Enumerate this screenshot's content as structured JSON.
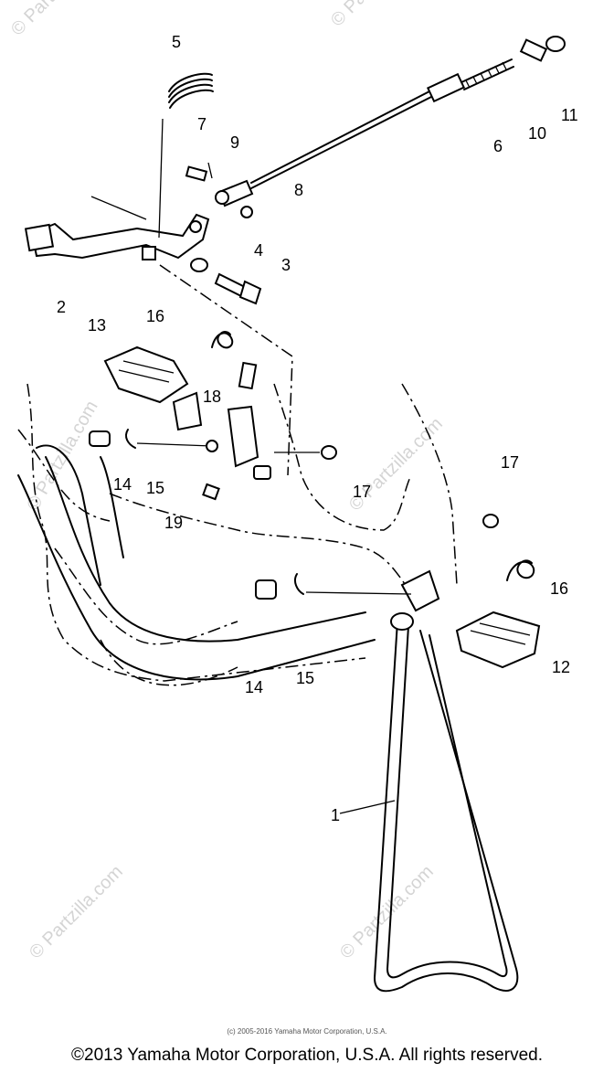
{
  "watermark": {
    "text": "© Partzilla.com"
  },
  "callouts": [
    "1",
    "2",
    "3",
    "4",
    "5",
    "6",
    "7",
    "8",
    "9",
    "10",
    "11",
    "12",
    "13",
    "14",
    "15",
    "16",
    "17",
    "18",
    "19"
  ],
  "small_copyright": "(c) 2005-2016 Yamaha Motor Corporation, U.S.A.",
  "copyright": "©2013 Yamaha Motor Corporation, U.S.A. All rights reserved."
}
